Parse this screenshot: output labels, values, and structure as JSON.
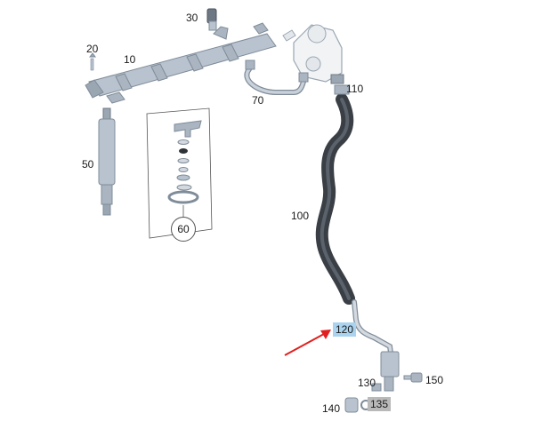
{
  "parts": [
    {
      "id": "part-30",
      "label": "30"
    },
    {
      "id": "part-20",
      "label": "20"
    },
    {
      "id": "part-10",
      "label": "10"
    },
    {
      "id": "part-70",
      "label": "70"
    },
    {
      "id": "part-110",
      "label": "110"
    },
    {
      "id": "part-50",
      "label": "50"
    },
    {
      "id": "part-60",
      "label": "60"
    },
    {
      "id": "part-100",
      "label": "100"
    },
    {
      "id": "part-120",
      "label": "120"
    },
    {
      "id": "part-130",
      "label": "130"
    },
    {
      "id": "part-150",
      "label": "150"
    },
    {
      "id": "part-140",
      "label": "140"
    },
    {
      "id": "part-135",
      "label": "135"
    }
  ],
  "highlight": {
    "selected_part": "120",
    "selected_color": "#a9d3ee",
    "unavailable_part": "135",
    "unavailable_color": "#b9b9b9",
    "arrow_color": "#e02020"
  },
  "colors": {
    "metal": "#b9c3cf",
    "metal_dark": "#7f8c99",
    "hose": "#3a3f46",
    "hose_light": "#5b626b"
  }
}
